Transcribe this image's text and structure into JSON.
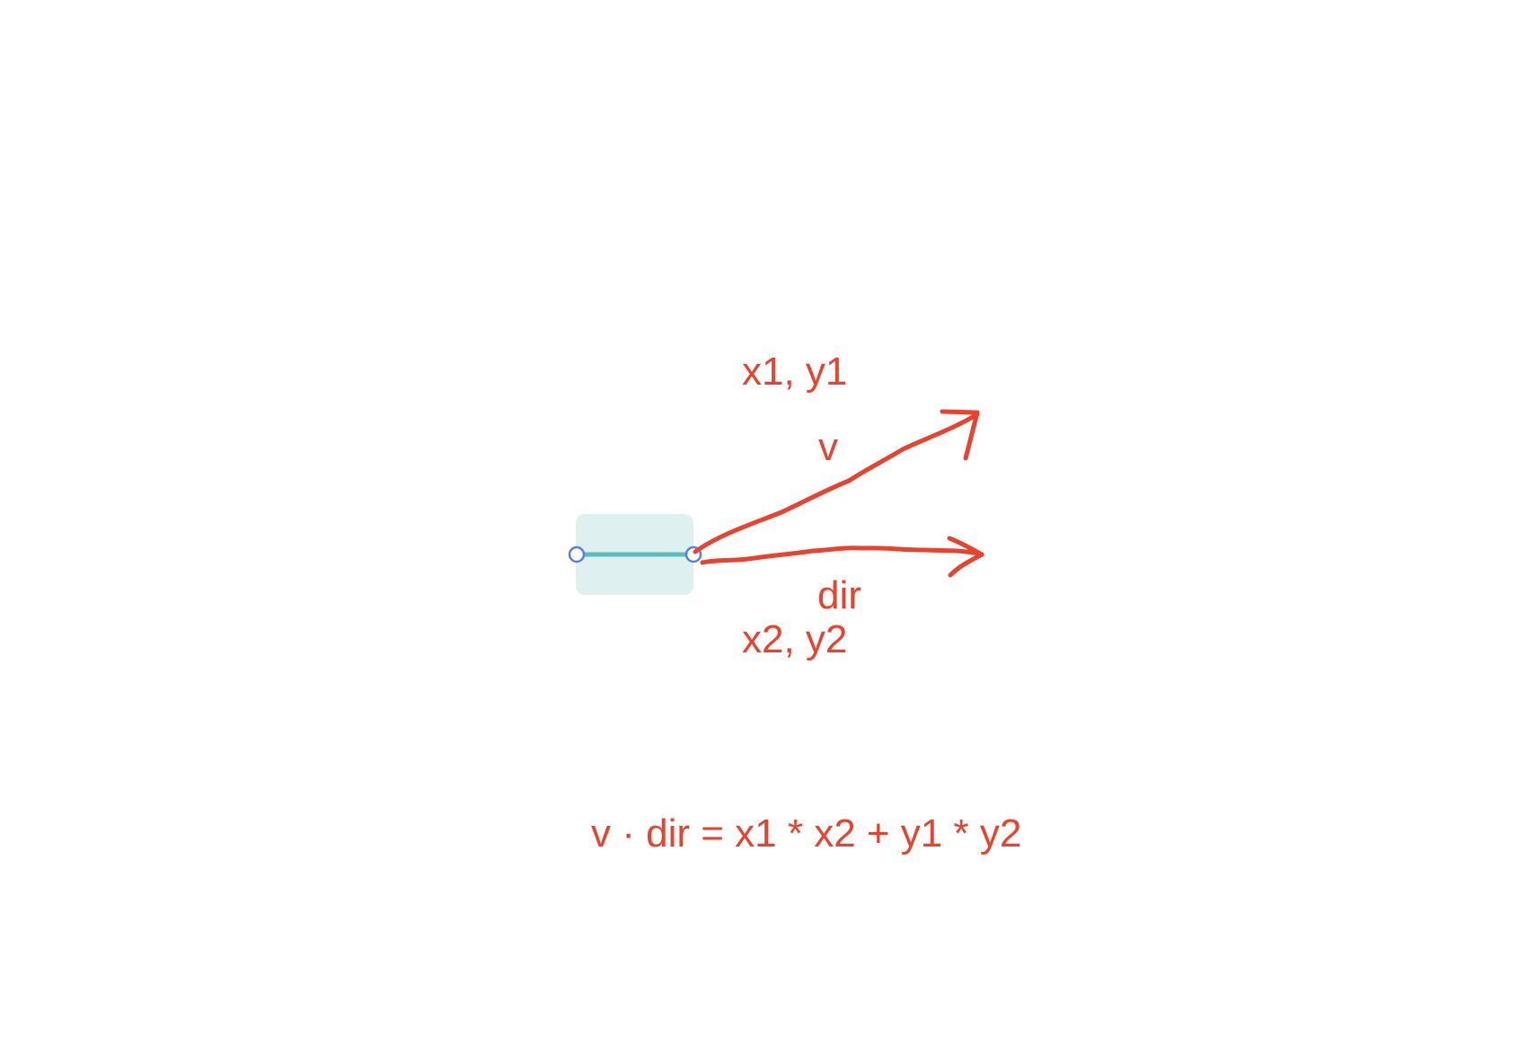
{
  "colors": {
    "annotation": "#e8432f",
    "shape_fill": "#dff0f1",
    "segment_stroke": "#5bbdbb",
    "handle_stroke": "#5b7fe6"
  },
  "labels": {
    "point_1": "x1, y1",
    "vector_v": "v",
    "vector_dir": "dir",
    "point_2": "x2, y2",
    "formula": "v · dir = x1 * x2 + y1 * y2"
  }
}
